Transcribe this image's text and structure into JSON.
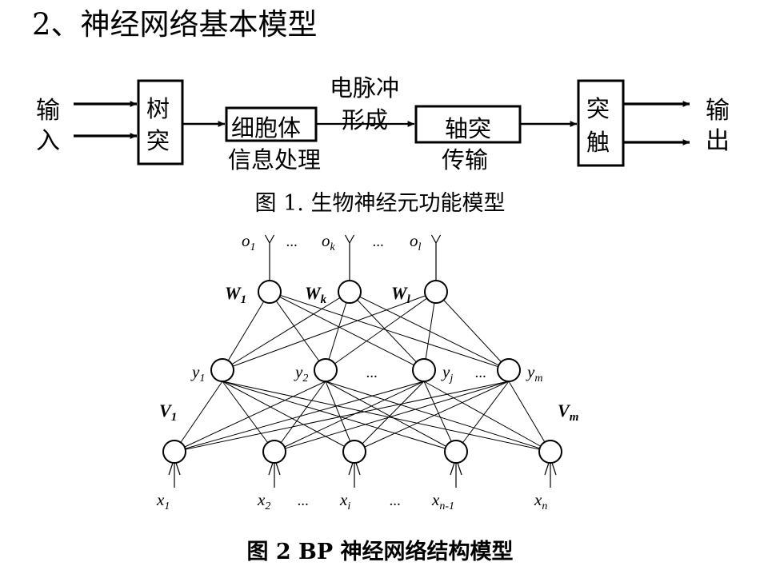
{
  "slide": {
    "title": "2、神经网络基本模型",
    "background_color": "#ffffff",
    "ink_color": "#000000"
  },
  "figure1": {
    "caption": "图  1.    生物神经元功能模型",
    "input_label": "输入",
    "output_label": "输出",
    "boxes": [
      {
        "id": "dendrite",
        "label": "树突",
        "orientation": "vertical"
      },
      {
        "id": "soma",
        "label": "细胞体",
        "orientation": "horizontal",
        "sublabel": "信息处理"
      },
      {
        "id": "axon",
        "label": "轴突",
        "orientation": "horizontal",
        "sublabel": "传输"
      },
      {
        "id": "synapse",
        "label": "突触",
        "orientation": "vertical"
      }
    ],
    "edge_labels": [
      {
        "id": "soma-sub",
        "text": "信息处理"
      },
      {
        "id": "impulse",
        "text_line1": "电脉冲",
        "text_line2": "形成"
      },
      {
        "id": "axon-sub",
        "text": "传输"
      }
    ],
    "input_arrow_count": 2,
    "output_arrow_count": 2
  },
  "figure2": {
    "caption": "图 2  BP 神经网络结构模型",
    "output_layer": {
      "weight_labels": [
        "W1",
        "Wk",
        "Wl"
      ],
      "weight_labels_display": [
        "W",
        "W",
        "W"
      ],
      "weight_subscripts": [
        "1",
        "k",
        "l"
      ],
      "output_labels": [
        "o",
        "o",
        "o"
      ],
      "output_subscripts": [
        "1",
        "k",
        "l"
      ],
      "ellipses": [
        "...",
        "..."
      ],
      "node_count": 3
    },
    "hidden_layer": {
      "labels": [
        "y",
        "y",
        "y",
        "y"
      ],
      "subscripts": [
        "1",
        "2",
        "j",
        "m"
      ],
      "ellipses": [
        "...",
        "..."
      ],
      "node_count": 4
    },
    "input_layer": {
      "labels": [
        "x",
        "x",
        "x",
        "x",
        "x"
      ],
      "subscripts": [
        "1",
        "2",
        "i",
        "n-1",
        "n"
      ],
      "ellipses": [
        "...",
        "..."
      ],
      "node_count": 5
    },
    "v_weight_labels": [
      "V",
      "V"
    ],
    "v_weight_subscripts": [
      "1",
      "m"
    ]
  }
}
